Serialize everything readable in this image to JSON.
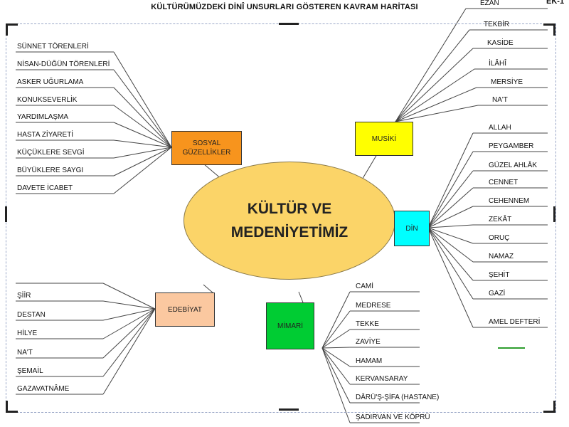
{
  "title": "KÜLTÜRÜMÜZDEKİ DİNÎ UNSURLARI GÖSTEREN KAVRAM HARİTASI",
  "ek_label": "EK-1",
  "center": {
    "label": "KÜLTÜR VE\nMEDENİYETİMİZ",
    "color": "#fbd468"
  },
  "branches": {
    "sosyal": {
      "label": "SOSYAL\nGÜZELLİKLER",
      "color": "#f7941d",
      "items": [
        "SÜNNET TÖRENLERİ",
        "NİSAN-DÜĞÜN TÖRENLERİ",
        "ASKER UĞURLAMA",
        "KONUKSEVERLİK",
        "YARDIMLAŞMA",
        "HASTA ZİYARETİ",
        "KÜÇÜKLERE SEVGİ",
        "BÜYÜKLERE SAYGI",
        "DAVETE İCABET"
      ]
    },
    "musiki": {
      "label": "MUSİKİ",
      "color": "#ffff00",
      "items": [
        "EZAN",
        "TEKBİR",
        "KASİDE",
        "İLÂHÎ",
        "MERSİYE",
        "NA'T"
      ]
    },
    "din": {
      "label": "DİN",
      "color": "#00ffff",
      "items": [
        "ALLAH",
        "PEYGAMBER",
        "GÜZEL AHLÂK",
        "CENNET",
        "CEHENNEM",
        "ZEKÂT",
        "ORUÇ",
        "NAMAZ",
        "ŞEHİT",
        "GAZİ",
        "AMEL DEFTERİ"
      ]
    },
    "edebiyat": {
      "label": "EDEBİYAT",
      "color": "#fbc8a0",
      "items": [
        "ŞİİR",
        "DESTAN",
        "HİLYE",
        "NA'T",
        "ŞEMAİL",
        "GAZAVATNÂME"
      ]
    },
    "mimari": {
      "label": "MİMARİ",
      "color": "#00cc33",
      "items": [
        "CAMİ",
        "MEDRESE",
        "TEKKE",
        "ZAVİYE",
        "HAMAM",
        "KERVANSARAY",
        "DÂRÜ'Ş-ŞİFA (HASTANE)",
        "ŞADIRVAN VE KÖPRÜ"
      ]
    }
  }
}
